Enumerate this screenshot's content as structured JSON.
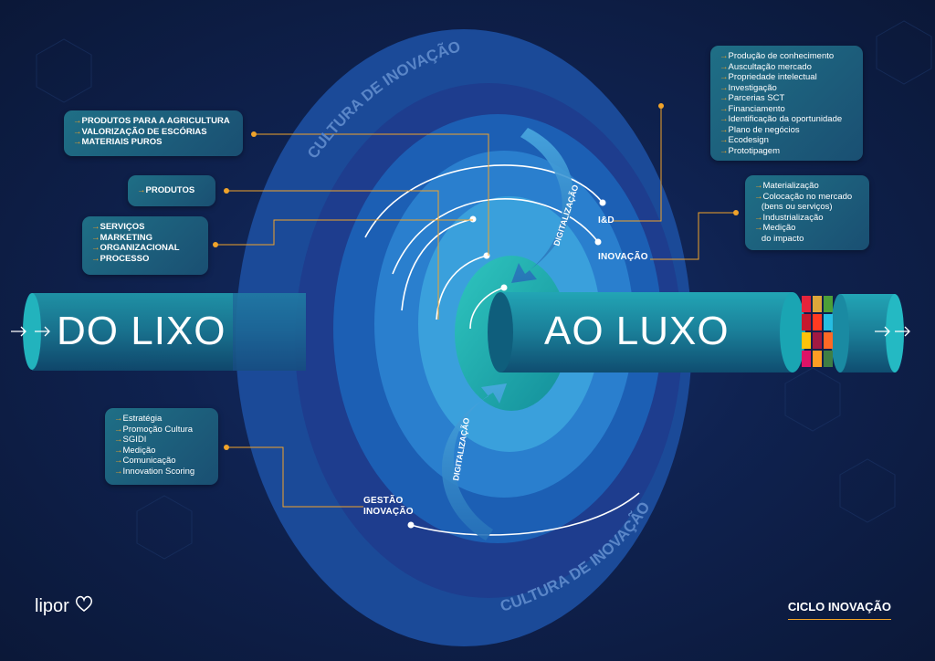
{
  "outer_ring_label_top": "CULTURA DE INOVAÇÃO",
  "outer_ring_label_bottom": "CULTURA DE INOVAÇÃO",
  "arrow_label_top": "DIGITALIZAÇÃO",
  "arrow_label_bottom": "DIGITALIZAÇÃO",
  "left_word": "DO LIXO",
  "right_word": "AO LUXO",
  "label_id": "I&D",
  "label_inovacao": "INOVAÇÃO",
  "label_gestao_line1": "GESTÃO",
  "label_gestao_line2": "INOVAÇÃO",
  "box_agriculture": [
    "PRODUTOS PARA A AGRICULTURA",
    "VALORIZAÇÃO DE ESCÓRIAS",
    "MATERIAIS PUROS"
  ],
  "box_produtos": [
    "PRODUTOS"
  ],
  "box_servicos": [
    "SERVIÇOS",
    "MARKETING",
    "ORGANIZACIONAL",
    "PROCESSO"
  ],
  "box_gestao": [
    "Estratégia",
    "Promoção Cultura",
    "SGIDI",
    "Medição",
    "Comunicação",
    "Innovation Scoring"
  ],
  "box_id": [
    "Produção de conhecimento",
    "Auscultação mercado",
    "Propriedade intelectual",
    "Investigação",
    "Parcerias SCT",
    "Financiamento",
    "Identificação da oportunidade",
    "Plano de negócios",
    "Ecodesign",
    "Prototipagem"
  ],
  "box_inovacao": [
    "Materialização",
    "Colocação no mercado",
    " (bens ou serviços)",
    "Industrialização",
    "Medição",
    " do impacto"
  ],
  "logo_text": "lipor",
  "footer_title": "CICLO INOVAÇÃO",
  "colors": {
    "accent": "#f0a32a",
    "teal": "#1fb3b0",
    "navy": "#0d1a3c"
  }
}
